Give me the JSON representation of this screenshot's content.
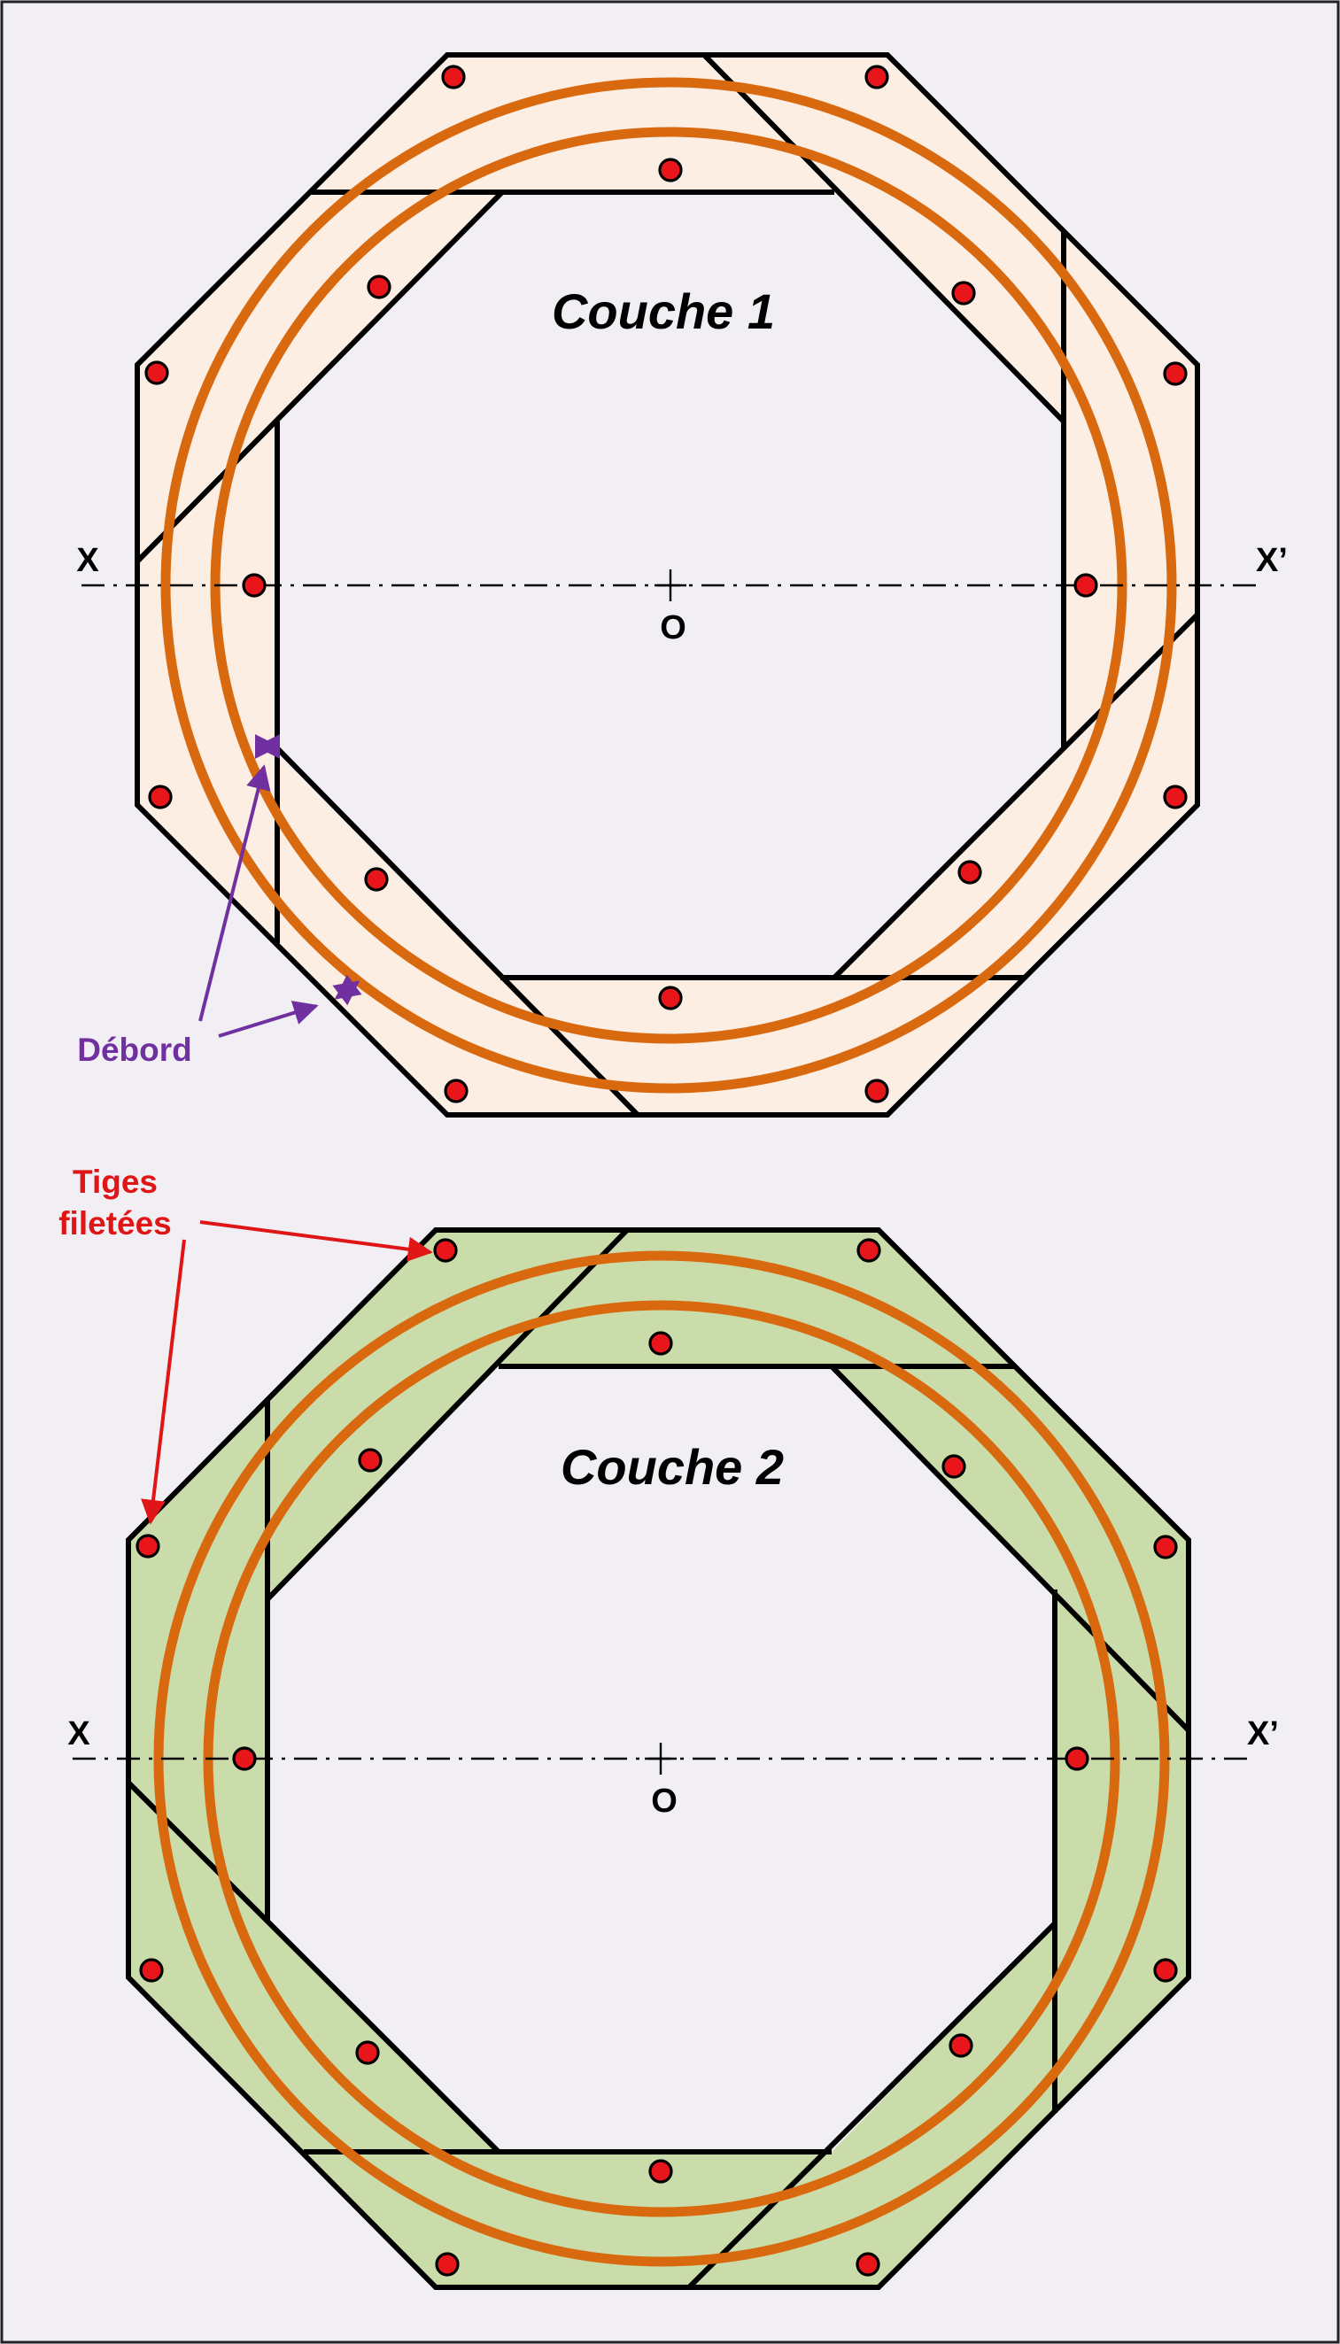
{
  "layers": [
    {
      "title": "Couche 1",
      "fill": "#fdeee4",
      "axis_left": "X",
      "axis_right": "X’",
      "center_label": "O"
    },
    {
      "title": "Couche 2",
      "fill": "#cadcaa",
      "axis_left": "X",
      "axis_right": "X’",
      "center_label": "O"
    }
  ],
  "annotations": {
    "overhang": "Débord",
    "rods_line1": "Tiges",
    "rods_line2": "filetées"
  },
  "colors": {
    "background": "#f1eff4",
    "ring": "#d9690f",
    "rod": "#e8151a",
    "overhang_annotation": "#7030a0",
    "rods_annotation": "#e01515"
  }
}
